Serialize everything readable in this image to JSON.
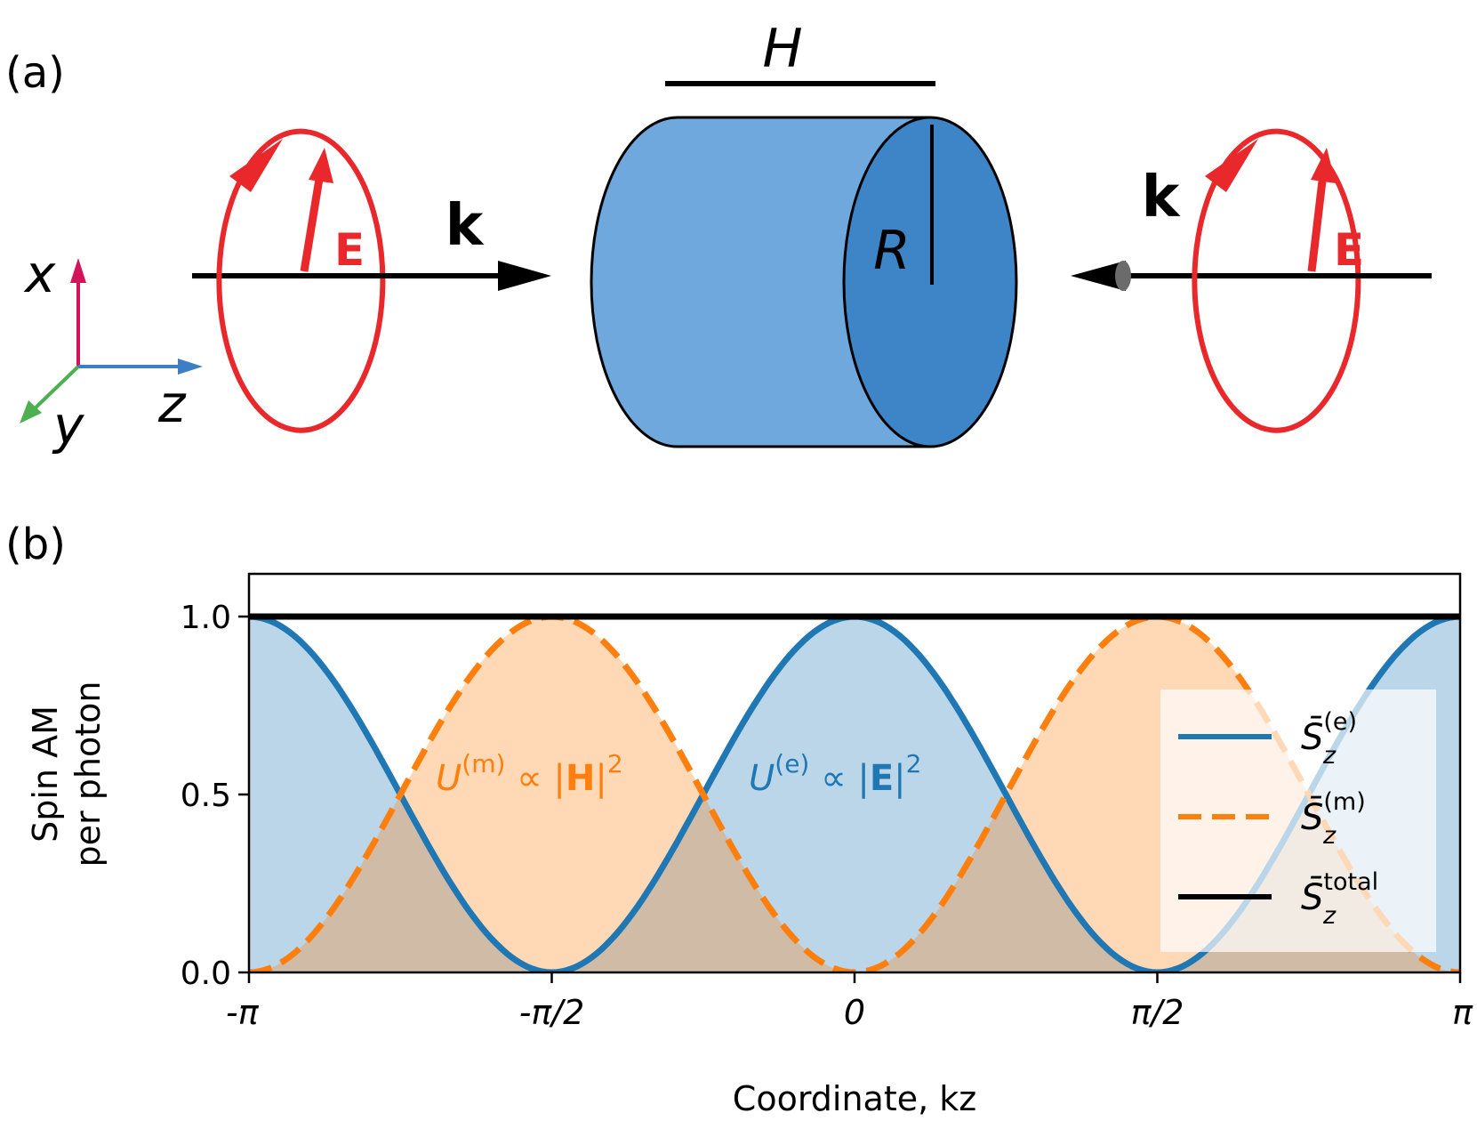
{
  "panel_a": {
    "label": "(a)",
    "length_label": "H",
    "radius_label": "R",
    "wavevector_label": "k",
    "field_label": "E",
    "axes": {
      "x": "x",
      "y": "y",
      "z": "z"
    },
    "colors": {
      "cylinder_side": "#6fa8dc",
      "cylinder_cap": "#3d85c6",
      "field": "#e8282b",
      "axis_x": "#d4145a",
      "axis_y": "#4caf50",
      "axis_z": "#3d7ec4"
    }
  },
  "panel_b": {
    "label": "(b)",
    "annotations": {
      "magnetic": {
        "sym": "U",
        "sup": "(m)",
        "mid": " ∝ |",
        "field": "H",
        "tail": "|",
        "pow": "2"
      },
      "electric": {
        "sym": "U",
        "sup": "(e)",
        "mid": " ∝ |",
        "field": "E",
        "tail": "|",
        "pow": "2"
      }
    }
  },
  "chart_data": {
    "type": "line",
    "xlabel": "Coordinate, kz",
    "ylabel_lines": [
      "Spin AM",
      "per photon"
    ],
    "xlim": [
      -3.14159,
      3.14159
    ],
    "ylim": [
      0.0,
      1.12
    ],
    "x_ticks": [
      "-π",
      "-π/2",
      "0",
      "π/2",
      "π"
    ],
    "y_ticks": [
      "0.0",
      "0.5",
      "1.0"
    ],
    "legend_position": "right",
    "grid": false,
    "sample_points": 241,
    "series": [
      {
        "name": "S̄z(e)",
        "base": "S̄",
        "sub": "z",
        "sup": "(e)",
        "function": "cos^2(kz)",
        "color": "#1f77b4",
        "style": "solid",
        "fill": "#1f77b4",
        "fill_opacity": 0.3
      },
      {
        "name": "S̄z(m)",
        "base": "S̄",
        "sub": "z",
        "sup": "(m)",
        "function": "sin^2(kz)",
        "color": "#ff7f0e",
        "style": "dashed",
        "fill": "#ff7f0e",
        "fill_opacity": 0.3
      },
      {
        "name": "S̄ztotal",
        "base": "S̄",
        "sub": "z",
        "sup": "total",
        "function": "1",
        "color": "#000000",
        "style": "solid"
      }
    ]
  }
}
